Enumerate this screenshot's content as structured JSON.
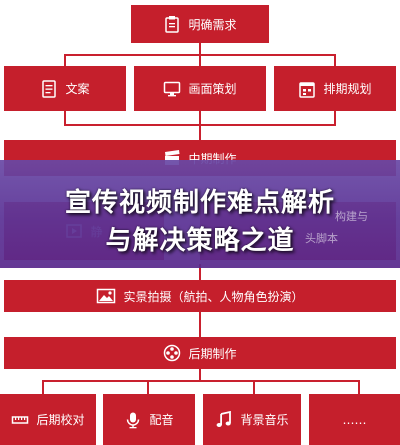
{
  "title": "宣传视频制作难点解析",
  "subtitle": "与解决策略之道",
  "colors": {
    "accent": "#c51f2c",
    "banner": "#5c3496"
  },
  "nodes": {
    "top": {
      "label": "明确需求",
      "icon": "clipboard-icon"
    },
    "wenan": {
      "label": "文案",
      "icon": "document-icon"
    },
    "huamian": {
      "label": "画面策划",
      "icon": "monitor-icon"
    },
    "paiqi": {
      "label": "排期规划",
      "icon": "schedule-icon"
    },
    "zhongqi": {
      "label": "中期制作",
      "icon": "clapperboard-icon"
    },
    "jing": {
      "label": "静",
      "icon": "film-icon"
    },
    "goujian": {
      "label": "构建与",
      "icon": ""
    },
    "jiaoben": {
      "label": "头脚本",
      "icon": ""
    },
    "shijing": {
      "label": "实景拍摄（航拍、人物角色扮演）",
      "icon": "landscape-photo-icon"
    },
    "houqi": {
      "label": "后期制作",
      "icon": "film-reel-icon"
    },
    "jiaodui": {
      "label": "后期校对",
      "icon": "ruler-icon"
    },
    "peiyin": {
      "label": "配音",
      "icon": "microphone-icon"
    },
    "yinyue": {
      "label": "背景音乐",
      "icon": "music-note-icon"
    },
    "more": {
      "label": "……",
      "icon": ""
    }
  }
}
